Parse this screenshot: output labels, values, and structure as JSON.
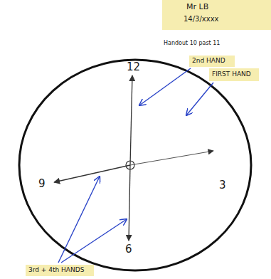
{
  "diagram": {
    "labels": [
      "Mr LB",
      "14/3/xxxx",
      "Handout 10 past 11",
      "2nd HAND",
      "FIRST HAND",
      "12",
      "3",
      "9",
      "6",
      "3rd + 4th HANDS"
    ]
  }
}
